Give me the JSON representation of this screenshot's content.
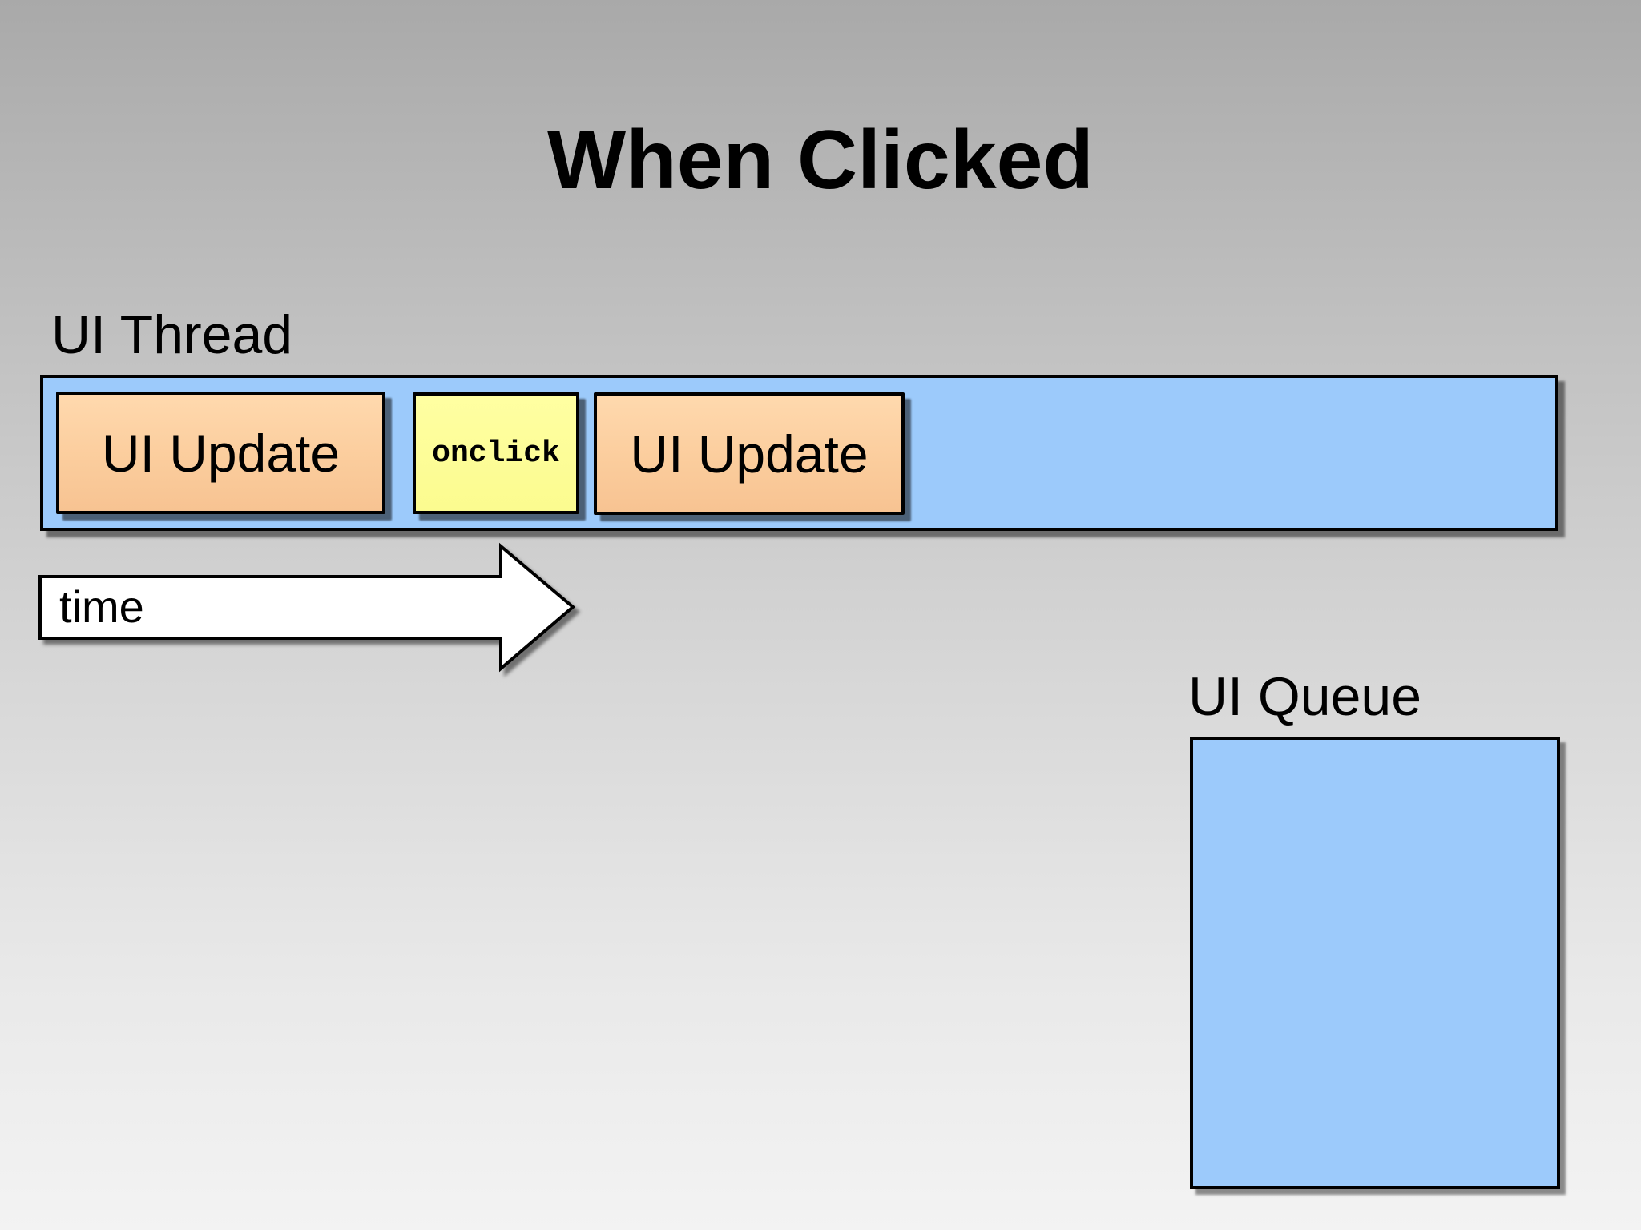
{
  "slide": {
    "title": "When Clicked",
    "background_top_color": "#a9a9a9",
    "background_bottom_color": "#f3f3f3"
  },
  "ui_thread": {
    "label": "UI Thread",
    "track_color": "#9ccafb",
    "border_color": "#000000",
    "blocks": [
      {
        "label": "UI Update",
        "kind": "ui-update-task",
        "color": "#fbcd9d"
      },
      {
        "label": "onclick",
        "kind": "event-handler",
        "color": "#fbfb8f"
      },
      {
        "label": "UI Update",
        "kind": "ui-update-task",
        "color": "#fbcd9d"
      }
    ]
  },
  "timeline": {
    "label": "time",
    "arrow_fill": "#ffffff",
    "arrow_border": "#000000",
    "direction": "right"
  },
  "ui_queue": {
    "label": "UI Queue",
    "box_color": "#9ccafb",
    "border_color": "#000000",
    "items": []
  }
}
